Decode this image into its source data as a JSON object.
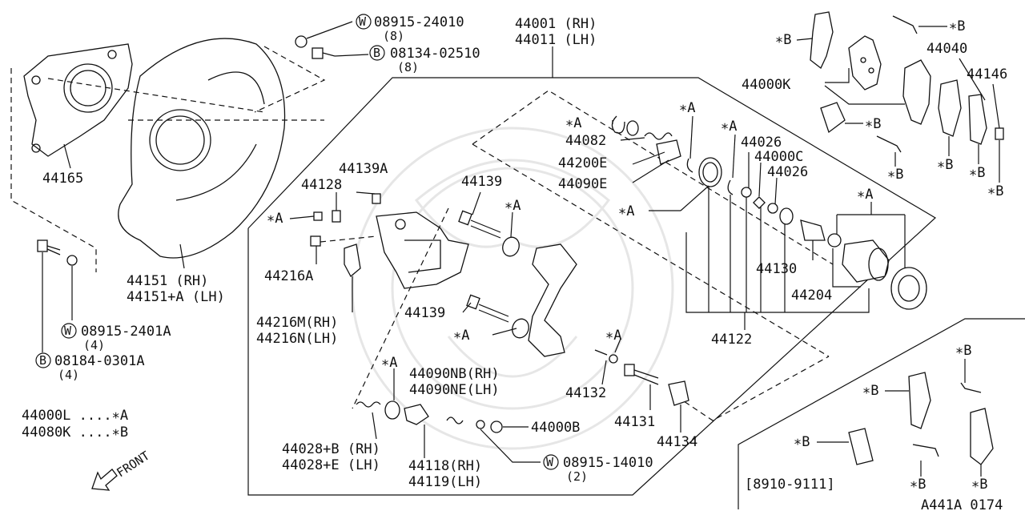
{
  "labels": {
    "p44165": "44165",
    "p44151_rh": "44151   (RH)",
    "p44151_lh": "44151+A (LH)",
    "w_08915_2401a": "08915-2401A",
    "w_08915_2401a_qty": "(4)",
    "b_08184_0301a": "08184-0301A",
    "b_08184_0301a_qty": "(4)",
    "legend_a": "44000L ....∗A",
    "legend_b": "44080K ....∗B",
    "front": "FRONT",
    "w_08915_24010": "08915-24010",
    "w_08915_24010_qty": "(8)",
    "b_08134_02510": "08134-02510",
    "b_08134_02510_qty": "(8)",
    "p44001_rh": "44001 (RH)",
    "p44011_lh": "44011 (LH)",
    "star_a_1": "∗A",
    "p44082": "44082",
    "p44200e": "44200E",
    "p44090e": "44090E",
    "star_a_2": "∗A",
    "star_a_3": "∗A",
    "star_a_4": "∗A",
    "p44026_1": "44026",
    "p44000c": "44000C",
    "p44026_2": "44026",
    "star_a_5": "∗A",
    "p44130": "44130",
    "p44204": "44204",
    "p44122": "44122",
    "p44139a": "44139A",
    "p44128": "44128",
    "star_a_6": "∗A",
    "p44216a": "44216A",
    "p44216m_rh": "44216M(RH)",
    "p44216n_lh": "44216N(LH)",
    "p44139_top": "44139",
    "star_a_7": "∗A",
    "p44139_mid": "44139",
    "star_a_8": "∗A",
    "star_a_9": "∗A",
    "p44132": "44132",
    "p44131": "44131",
    "p44134": "44134",
    "star_a_10": "∗A",
    "p44090nb_rh": "44090NB(RH)",
    "p44090ne_lh": "44090NE(LH)",
    "p44000b": "44000B",
    "p44028b_rh": "44028+B (RH)",
    "p44028e_lh": "44028+E (LH)",
    "p44118_rh": "44118(RH)",
    "p44119_lh": "44119(LH)",
    "w_08915_14010": "08915-14010",
    "w_08915_14010_qty": "(2)",
    "star_b_1": "∗B",
    "star_b_2": "∗B",
    "p44040": "44040",
    "p44146": "44146",
    "p44000k": "44000K",
    "star_b_3": "∗B",
    "star_b_4": "∗B",
    "star_b_5": "∗B",
    "star_b_6": "∗B",
    "star_b_7": "∗B",
    "inset_star_b_1": "∗B",
    "inset_star_b_2": "∗B",
    "inset_star_b_3": "∗B",
    "inset_star_b_4": "∗B",
    "inset_star_b_5": "∗B",
    "date_range": "[8910-9111]",
    "diagram_code": "A441A 0174"
  },
  "markers": {
    "washer": "W",
    "bolt": "B"
  }
}
